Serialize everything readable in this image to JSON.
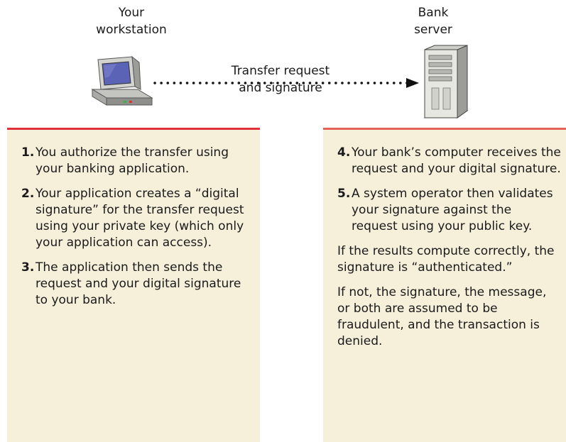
{
  "workstation": {
    "label_line1": "Your",
    "label_line2": "workstation"
  },
  "server": {
    "label_line1": "Bank",
    "label_line2": "server"
  },
  "arrow": {
    "label_line1": "Transfer request",
    "label_line2": "and signature"
  },
  "colors": {
    "left_rule": "#e0303a",
    "right_rule": "#e56155",
    "panel_bg": "#f6f0db",
    "screen": "#5a63b5"
  },
  "left_steps": [
    {
      "num": "1.",
      "text": "You authorize the transfer using your banking application."
    },
    {
      "num": "2.",
      "text": "Your application creates a “digital signature” for the transfer request using your private key (which only your application can access)."
    },
    {
      "num": "3.",
      "text": "The application then sends the request and your digital signature to your bank."
    }
  ],
  "right_steps": [
    {
      "num": "4.",
      "text": "Your bank’s computer receives the request and your digital signature."
    },
    {
      "num": "5.",
      "text": "A system operator then validates your signature against the request using your public key."
    }
  ],
  "right_notes": [
    "If the results compute correctly, the signature is “authenticated.”",
    "If not, the signature, the message, or both are assumed to be fraudulent, and the transaction is denied."
  ]
}
